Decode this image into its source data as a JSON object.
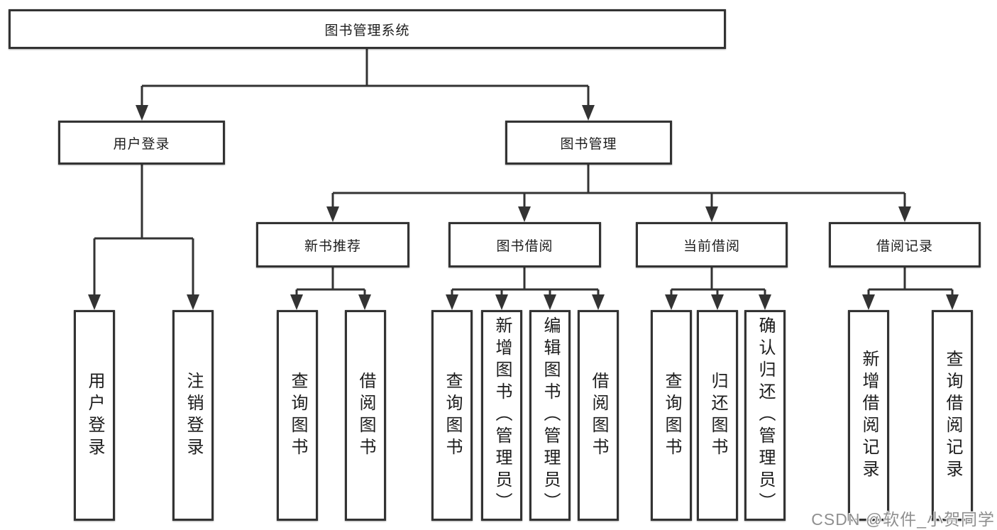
{
  "tree": {
    "root": "图书管理系统",
    "user_login": {
      "label": "用户登录",
      "children": [
        "用户登录",
        "注销登录"
      ]
    },
    "book_mgmt": {
      "label": "图书管理",
      "sections": [
        {
          "label": "新书推荐",
          "children": [
            "查询图书",
            "借阅图书"
          ]
        },
        {
          "label": "图书借阅",
          "children": [
            "查询图书",
            "新增图书（管理员）",
            "编辑图书（管理员）",
            "借阅图书"
          ]
        },
        {
          "label": "当前借阅",
          "children": [
            "查询图书",
            "归还图书",
            "确认归还（管理员）"
          ]
        },
        {
          "label": "借阅记录",
          "children": [
            "新增借阅记录",
            "查询借阅记录"
          ]
        }
      ]
    }
  },
  "watermark": "CSDN @软件_小贺同学",
  "colors": {
    "line": "#333333",
    "box_border": "#333333",
    "box_fill": "#ffffff",
    "text": "#1c1c1c",
    "watermark": "#8f8f8f",
    "background": "#ffffff"
  }
}
